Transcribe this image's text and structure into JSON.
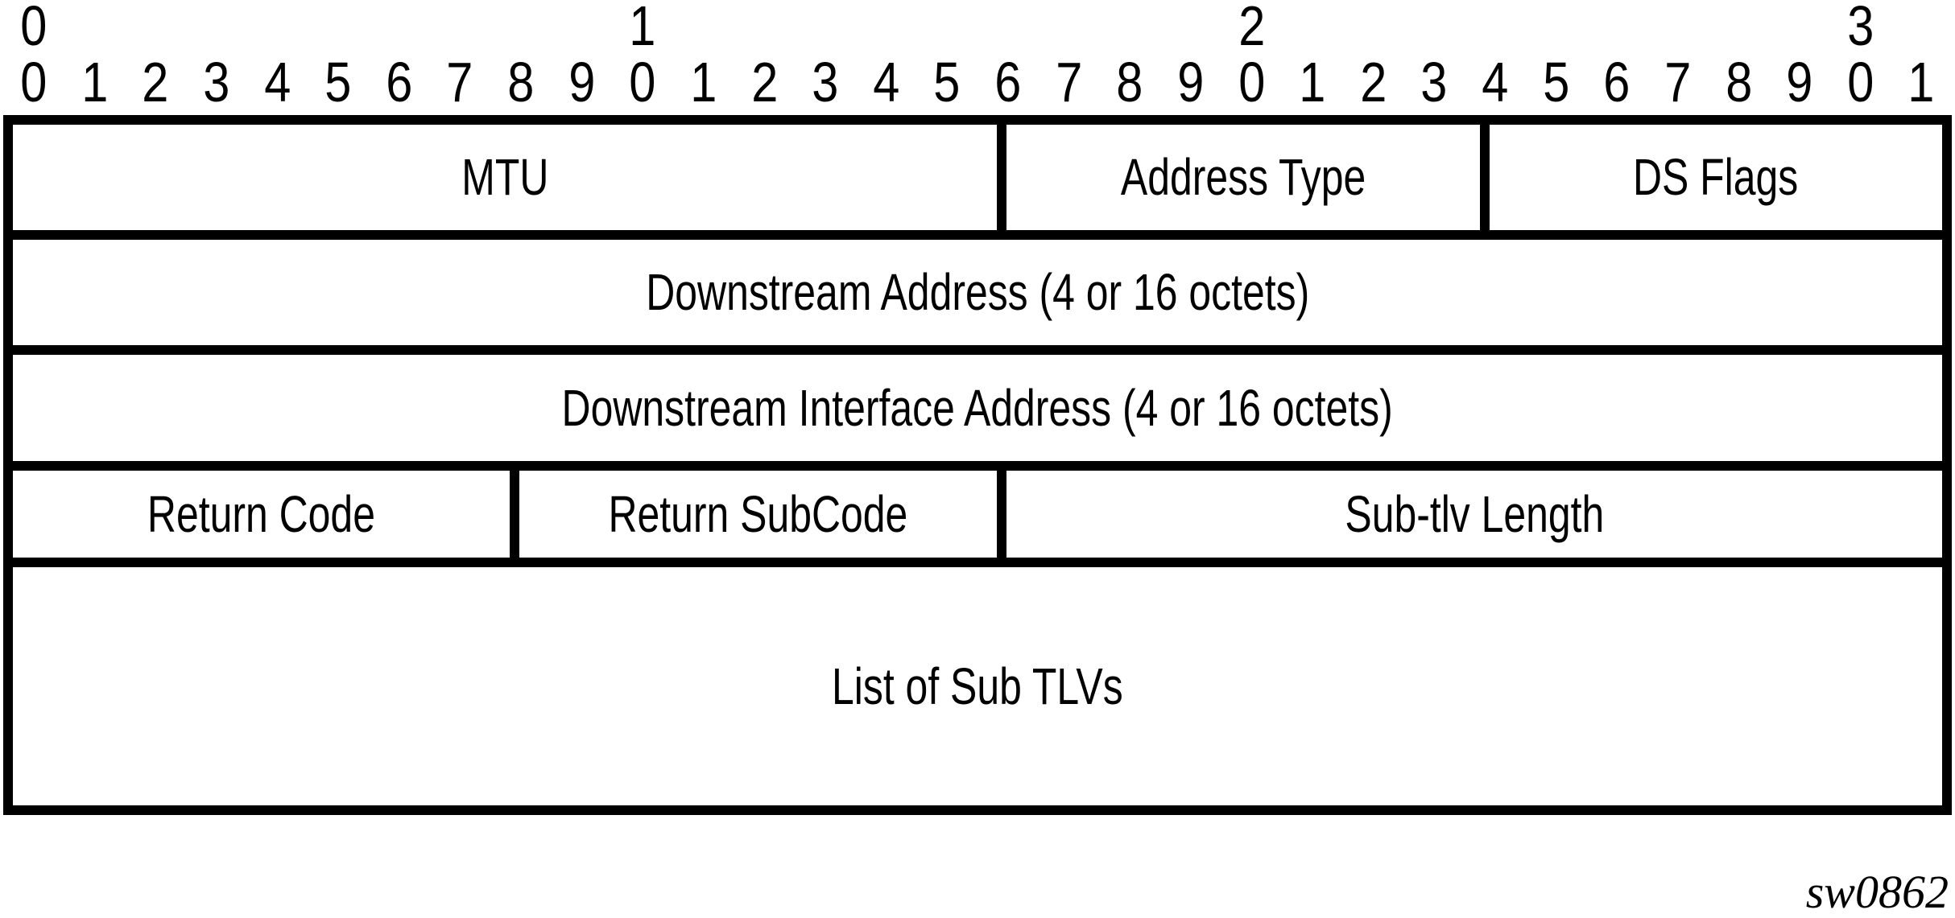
{
  "ruler": {
    "tens": [
      {
        "label": "0",
        "bit": 0
      },
      {
        "label": "1",
        "bit": 10
      },
      {
        "label": "2",
        "bit": 20
      },
      {
        "label": "3",
        "bit": 30
      }
    ],
    "bits": [
      "0",
      "1",
      "2",
      "3",
      "4",
      "5",
      "6",
      "7",
      "8",
      "9",
      "0",
      "1",
      "2",
      "3",
      "4",
      "5",
      "6",
      "7",
      "8",
      "9",
      "0",
      "1",
      "2",
      "3",
      "4",
      "5",
      "6",
      "7",
      "8",
      "9",
      "0",
      "1"
    ]
  },
  "packet": {
    "rows": [
      {
        "fields": [
          {
            "label": "MTU",
            "width_bits": 16
          },
          {
            "label": "Address Type",
            "width_bits": 8
          },
          {
            "label": "DS Flags",
            "width_bits": 8
          }
        ]
      },
      {
        "fields": [
          {
            "label": "Downstream Address (4 or 16 octets)",
            "width_bits": 32
          }
        ]
      },
      {
        "fields": [
          {
            "label": "Downstream Interface Address (4 or 16 octets)",
            "width_bits": 32
          }
        ]
      },
      {
        "fields": [
          {
            "label": "Return Code",
            "width_bits": 8
          },
          {
            "label": "Return SubCode",
            "width_bits": 8
          },
          {
            "label": "Sub-tlv Length",
            "width_bits": 16
          }
        ]
      },
      {
        "fields": [
          {
            "label": "List of Sub TLVs",
            "width_bits": 32
          }
        ]
      }
    ]
  },
  "footer": {
    "figure_id": "sw0862"
  },
  "colors": {
    "line": "#000000",
    "background": "#ffffff",
    "text": "#000000"
  }
}
